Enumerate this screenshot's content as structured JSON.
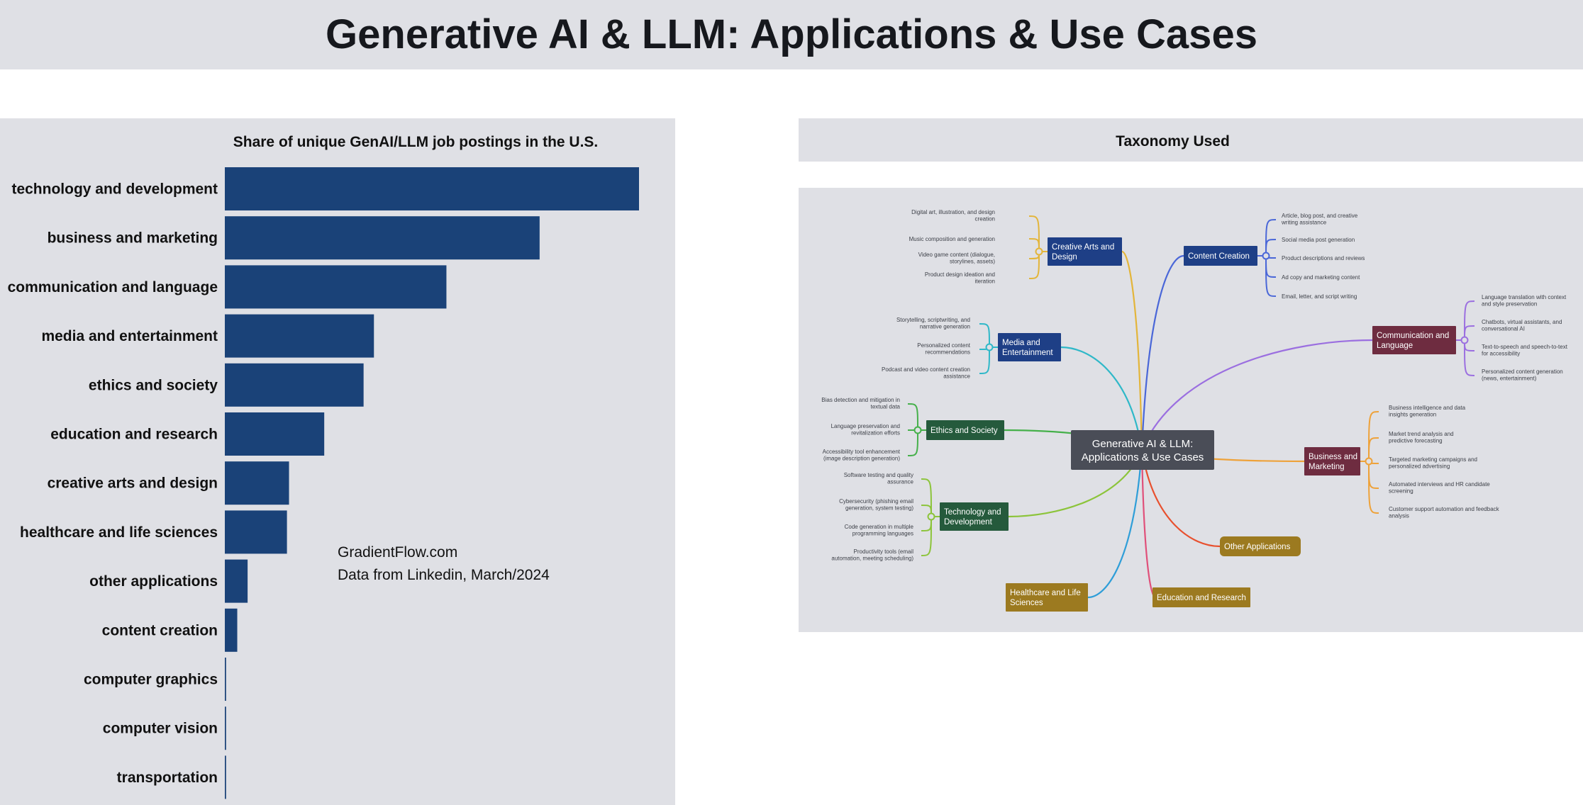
{
  "header": {
    "title": "Generative AI & LLM: Applications & Use Cases"
  },
  "chart_data": {
    "type": "bar",
    "orientation": "horizontal",
    "title": "Share of unique GenAI/LLM job postings in the U.S.",
    "categories": [
      "technology and development",
      "business and marketing",
      "communication and language",
      "media and entertainment",
      "ethics and society",
      "education and research",
      "creative arts and design",
      "healthcare and life sciences",
      "other applications",
      "content creation",
      "computer graphics",
      "computer vision",
      "transportation"
    ],
    "values": [
      100,
      76,
      53.5,
      36,
      33.5,
      24,
      15.5,
      15,
      5.5,
      3,
      0.3,
      0.3,
      0.3
    ],
    "value_units": "relative share (largest = 100), no axis ticks shown",
    "xlim": [
      0,
      100
    ],
    "grid": false,
    "bar_color": "#1a4278",
    "annotations": [
      "GradientFlow.com",
      "Data from Linkedin, March/2024"
    ]
  },
  "taxonomy": {
    "title": "Taxonomy Used",
    "center": [
      "Generative AI & LLM:",
      "Applications & Use Cases"
    ],
    "branches": [
      {
        "id": "creative",
        "label": [
          "Creative Arts and",
          "Design"
        ],
        "color": "#1e3f86",
        "line": "#e3b53a",
        "leaves": [
          [
            "Digital art, illustration, and design",
            "creation"
          ],
          [
            "Music composition and generation"
          ],
          [
            "Video game content (dialogue,",
            "storylines, assets)"
          ],
          [
            "Product design ideation and",
            "iteration"
          ]
        ]
      },
      {
        "id": "content",
        "label": [
          "Content Creation"
        ],
        "color": "#1e3f86",
        "line": "#4a67d8",
        "leaves": [
          [
            "Article, blog post, and creative",
            "writing assistance"
          ],
          [
            "Social media post generation"
          ],
          [
            "Product descriptions and reviews"
          ],
          [
            "Ad copy and marketing content"
          ],
          [
            "Email, letter, and script writing"
          ]
        ]
      },
      {
        "id": "media",
        "label": [
          "Media and",
          "Entertainment"
        ],
        "color": "#1e3f86",
        "line": "#2fb8c8",
        "leaves": [
          [
            "Storytelling, scriptwriting, and",
            "narrative generation"
          ],
          [
            "Personalized content",
            "recommendations"
          ],
          [
            "Podcast and video content creation",
            "assistance"
          ]
        ]
      },
      {
        "id": "communication",
        "label": [
          "Communication and",
          "Language"
        ],
        "color": "#6e2c40",
        "line": "#9b6fe0",
        "leaves": [
          [
            "Language translation with context",
            "and style preservation"
          ],
          [
            "Chatbots, virtual assistants, and",
            "conversational AI"
          ],
          [
            "Text-to-speech and speech-to-text",
            "for accessibility"
          ],
          [
            "Personalized content generation",
            "(news, entertainment)"
          ]
        ]
      },
      {
        "id": "ethics",
        "label": [
          "Ethics and Society"
        ],
        "color": "#255a3c",
        "line": "#45b04a",
        "leaves": [
          [
            "Bias detection and mitigation in",
            "textual data"
          ],
          [
            "Language preservation and",
            "revitalization efforts"
          ],
          [
            "Accessibility tool enhancement",
            "(image description generation)"
          ]
        ]
      },
      {
        "id": "business",
        "label": [
          "Business and",
          "Marketing"
        ],
        "color": "#6e2c40",
        "line": "#eea23a",
        "leaves": [
          [
            "Business intelligence and data",
            "insights generation"
          ],
          [
            "Market trend analysis and",
            "predictive forecasting"
          ],
          [
            "Targeted marketing campaigns and",
            "personalized advertising"
          ],
          [
            "Automated interviews and HR candidate",
            "screening"
          ],
          [
            "Customer support automation and feedback",
            "analysis"
          ]
        ]
      },
      {
        "id": "technology",
        "label": [
          "Technology and",
          "Development"
        ],
        "color": "#255a3c",
        "line": "#8cc43a",
        "leaves": [
          [
            "Software testing and quality",
            "assurance"
          ],
          [
            "Cybersecurity (phishing email",
            "generation, system testing)"
          ],
          [
            "Code generation in multiple",
            "programming languages"
          ],
          [
            "Productivity tools (email",
            "automation, meeting scheduling)"
          ]
        ]
      },
      {
        "id": "other",
        "label": [
          "Other Applications"
        ],
        "color": "#9c7a20",
        "line": "#e8502e",
        "leaves": []
      },
      {
        "id": "healthcare",
        "label": [
          "Healthcare and Life",
          "Sciences"
        ],
        "color": "#9c7a20",
        "line": "#2f9ed8",
        "leaves": []
      },
      {
        "id": "education",
        "label": [
          "Education and Research"
        ],
        "color": "#9c7a20",
        "line": "#e0507a",
        "leaves": []
      }
    ],
    "center_color": "#4a4d57"
  }
}
